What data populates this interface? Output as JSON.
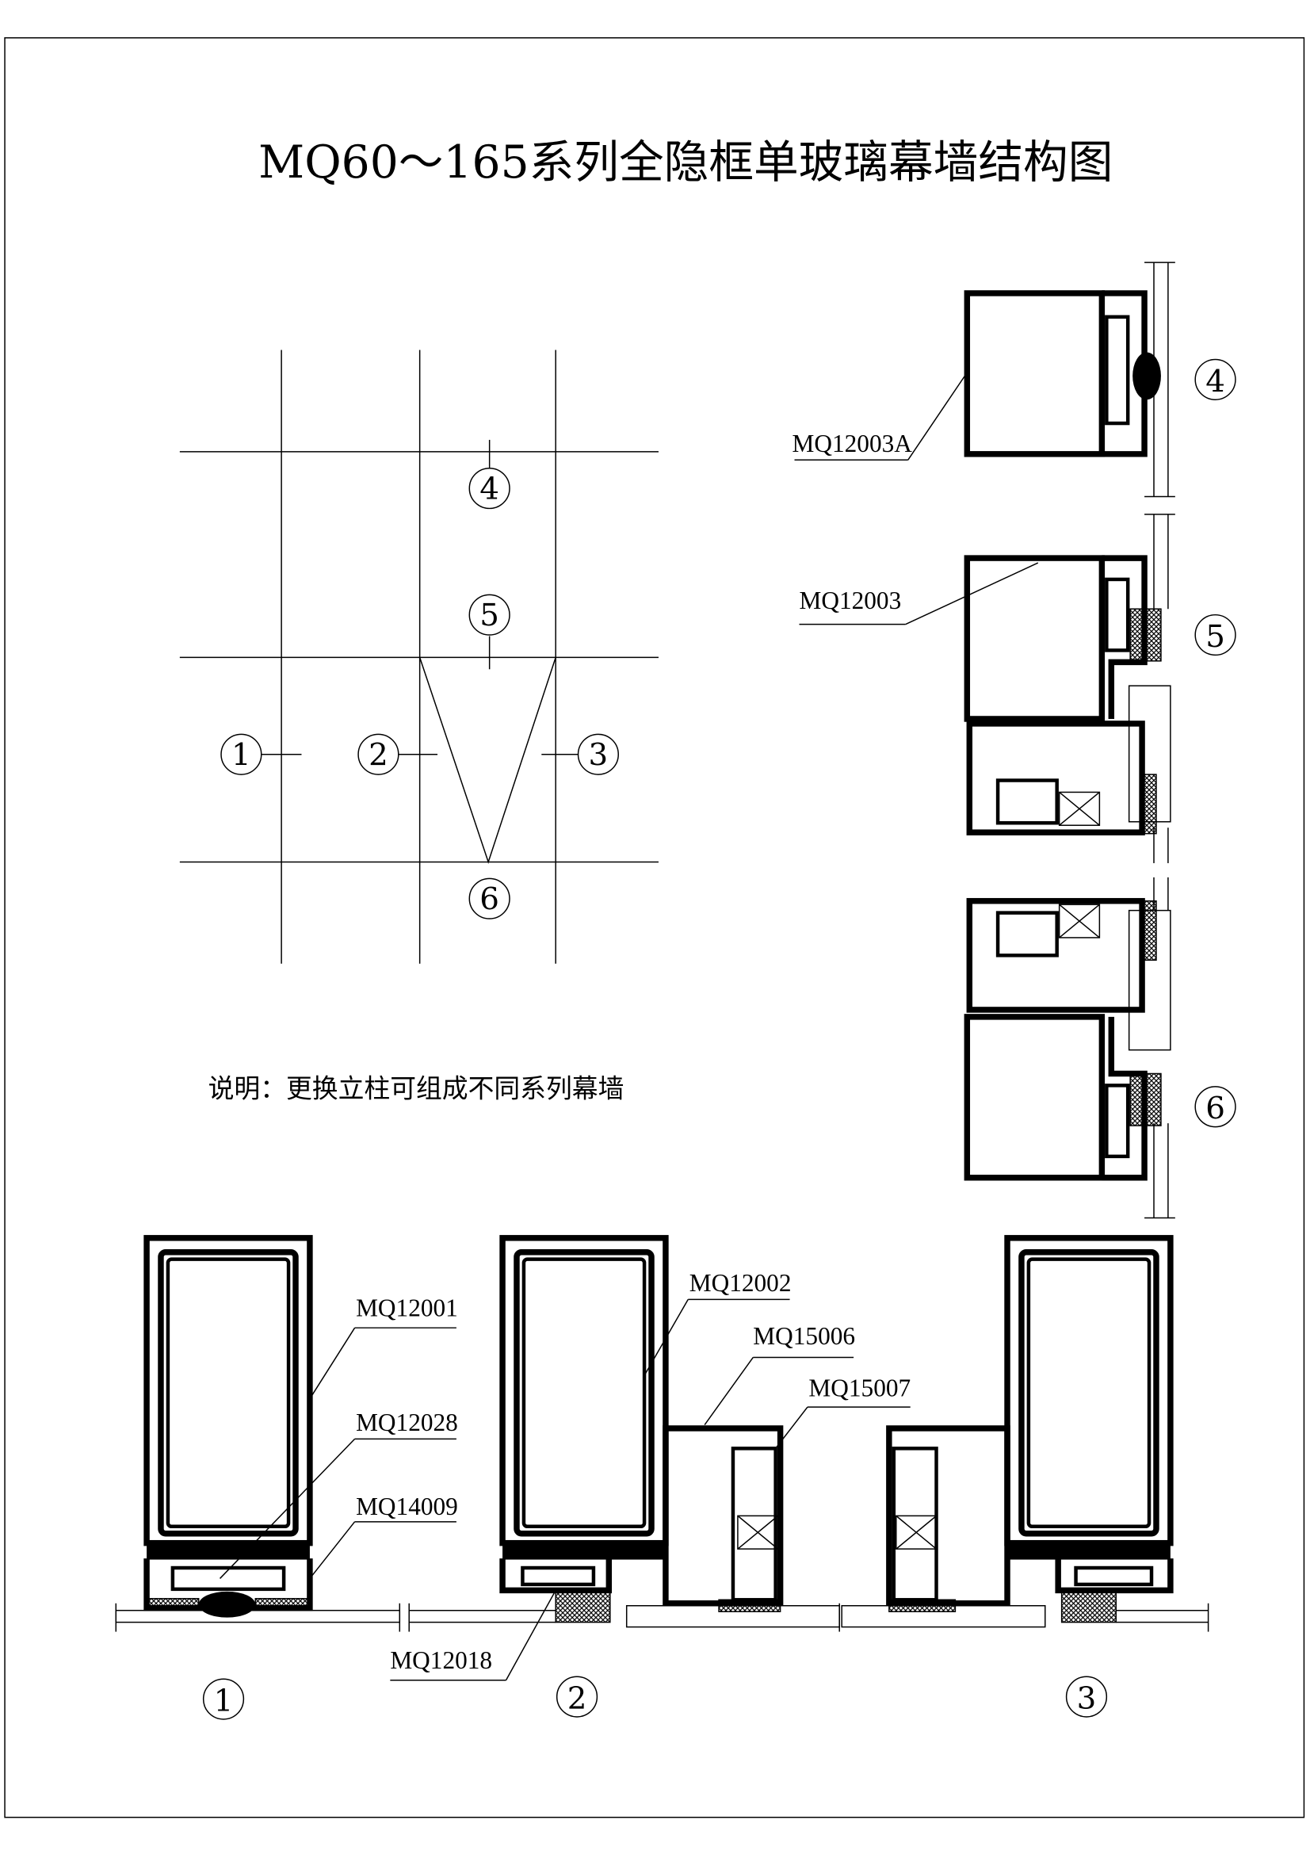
{
  "title": "MQ60～165系列全隐框单玻璃幕墙结构图",
  "note": "说明：更换立柱可组成不同系列幕墙",
  "markers": {
    "m1": "1",
    "m2": "2",
    "m3": "3",
    "m4": "4",
    "m5": "5",
    "m6": "6"
  },
  "detail_labels": {
    "d4": "4",
    "d5": "5",
    "d6": "6",
    "b1": "1",
    "b2": "2",
    "b3": "3"
  },
  "parts": {
    "p12003A": "MQ12003A",
    "p12003": "MQ12003",
    "p12001": "MQ12001",
    "p12028": "MQ12028",
    "p14009": "MQ14009",
    "p12002": "MQ12002",
    "p15006": "MQ15006",
    "p15007": "MQ15007",
    "p12018": "MQ12018"
  }
}
